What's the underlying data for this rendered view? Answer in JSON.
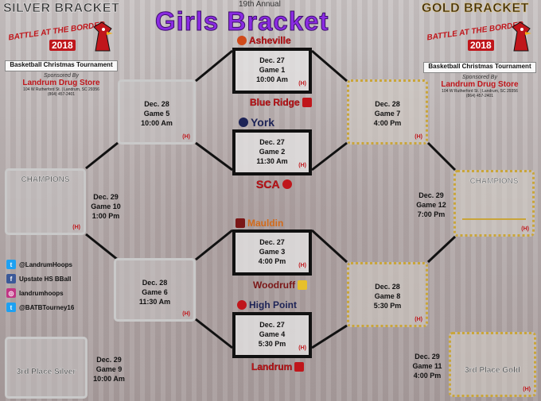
{
  "header": {
    "annual": "19th Annual",
    "title": "Girls Bracket",
    "silver_bracket": "SILVER BRACKET",
    "gold_bracket": "GOLD BRACKET"
  },
  "sponsor": {
    "event": "BATTLE AT THE BORDER",
    "year": "2018",
    "subtitle": "Basketball Christmas Tournament",
    "sponsored_by": "Sponsored By",
    "store": "Landrum Drug Store",
    "address": "104 W Rutherford St. | Landrum, SC 29356",
    "phone": "(864) 457-2401"
  },
  "teams": {
    "asheville": "Asheville",
    "blue_ridge": "Blue Ridge",
    "york": "York",
    "sca": "SCA",
    "mauldin": "Mauldin",
    "woodruff": "Woodruff",
    "high_point": "High Point",
    "landrum": "Landrum"
  },
  "games": {
    "g1": {
      "date": "Dec. 27",
      "game": "Game 1",
      "time": "10:00 Am",
      "home": "(H)"
    },
    "g2": {
      "date": "Dec. 27",
      "game": "Game 2",
      "time": "11:30 Am",
      "home": "(H)"
    },
    "g3": {
      "date": "Dec. 27",
      "game": "Game 3",
      "time": "4:00 Pm",
      "home": "(H)"
    },
    "g4": {
      "date": "Dec. 27",
      "game": "Game 4",
      "time": "5:30 Pm",
      "home": "(H)"
    },
    "g5": {
      "date": "Dec. 28",
      "game": "Game 5",
      "time": "10:00 Am",
      "home": "(H)"
    },
    "g6": {
      "date": "Dec. 28",
      "game": "Game 6",
      "time": "11:30 Am",
      "home": "(H)"
    },
    "g7": {
      "date": "Dec. 28",
      "game": "Game 7",
      "time": "4:00 Pm",
      "home": "(H)"
    },
    "g8": {
      "date": "Dec. 28",
      "game": "Game 8",
      "time": "5:30 Pm",
      "home": "(H)"
    },
    "g9": {
      "date": "Dec. 29",
      "game": "Game 9",
      "time": "10:00 Am",
      "home": "(H)"
    },
    "g10": {
      "date": "Dec. 29",
      "game": "Game 10",
      "time": "1:00 Pm",
      "home": "(H)"
    },
    "g11": {
      "date": "Dec. 29",
      "game": "Game 11",
      "time": "4:00 Pm",
      "home": "(H)"
    },
    "g12": {
      "date": "Dec. 29",
      "game": "Game 12",
      "time": "7:00 Pm",
      "home": "(H)"
    }
  },
  "labels": {
    "champions_silver": "CHAMPIONS",
    "champions_gold": "CHAMPIONS",
    "third_silver": "3rd Place Silver",
    "third_gold": "3rd Place Gold"
  },
  "social": [
    {
      "icon": "twitter-icon",
      "text": "@LandrumHoops"
    },
    {
      "icon": "facebook-icon",
      "text": "Upstate HS BBall"
    },
    {
      "icon": "instagram-icon",
      "text": "landrumhoops"
    },
    {
      "icon": "twitter-icon",
      "text": "@BATBTourney16"
    }
  ],
  "colors": {
    "title_purple": "#8a2be2",
    "red": "#c0161b",
    "gold": "#c9a53a"
  }
}
